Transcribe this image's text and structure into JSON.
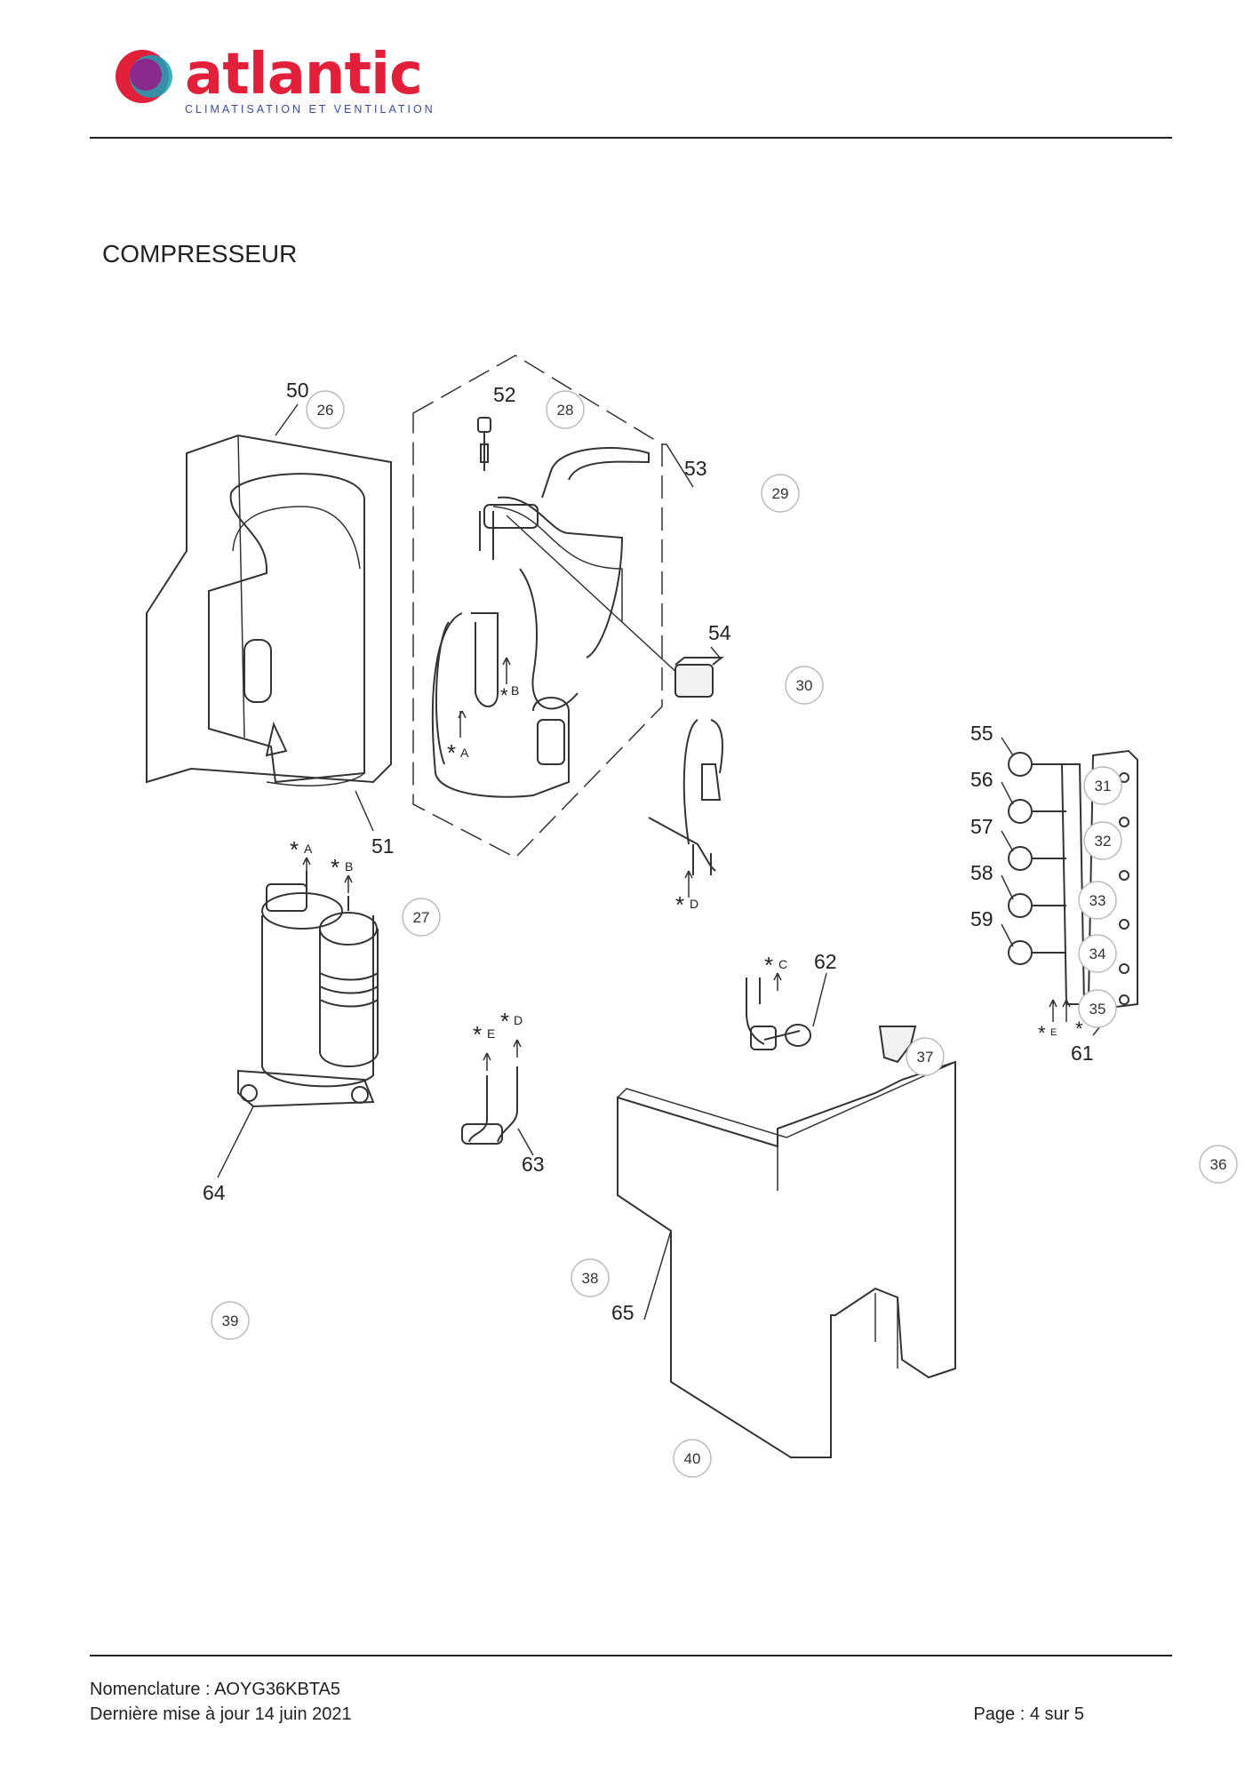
{
  "header": {
    "brand": "atlantic",
    "tagline": "CLIMATISATION ET VENTILATION",
    "colors": {
      "brand_red": "#e3203a",
      "brand_blue": "#3a4aa0",
      "logo_purple": "#8a2a8c",
      "logo_teal": "#1aa3b8"
    }
  },
  "page_title": "COMPRESSEUR",
  "part_labels": [
    "50",
    "51",
    "52",
    "53",
    "54",
    "55",
    "56",
    "57",
    "58",
    "59",
    "61",
    "62",
    "63",
    "64",
    "65"
  ],
  "callouts": [
    "26",
    "27",
    "28",
    "29",
    "30",
    "31",
    "32",
    "33",
    "34",
    "35",
    "36",
    "37",
    "38",
    "39",
    "40"
  ],
  "markers": {
    "a": "A",
    "b": "B",
    "c": "C",
    "d": "D",
    "e": "E",
    "star": "*"
  },
  "footer": {
    "nomenclature": "Nomenclature : AOYG36KBTA5",
    "updated": "Dernière mise à jour 14 juin 2021",
    "page": "Page : 4 sur 5"
  }
}
